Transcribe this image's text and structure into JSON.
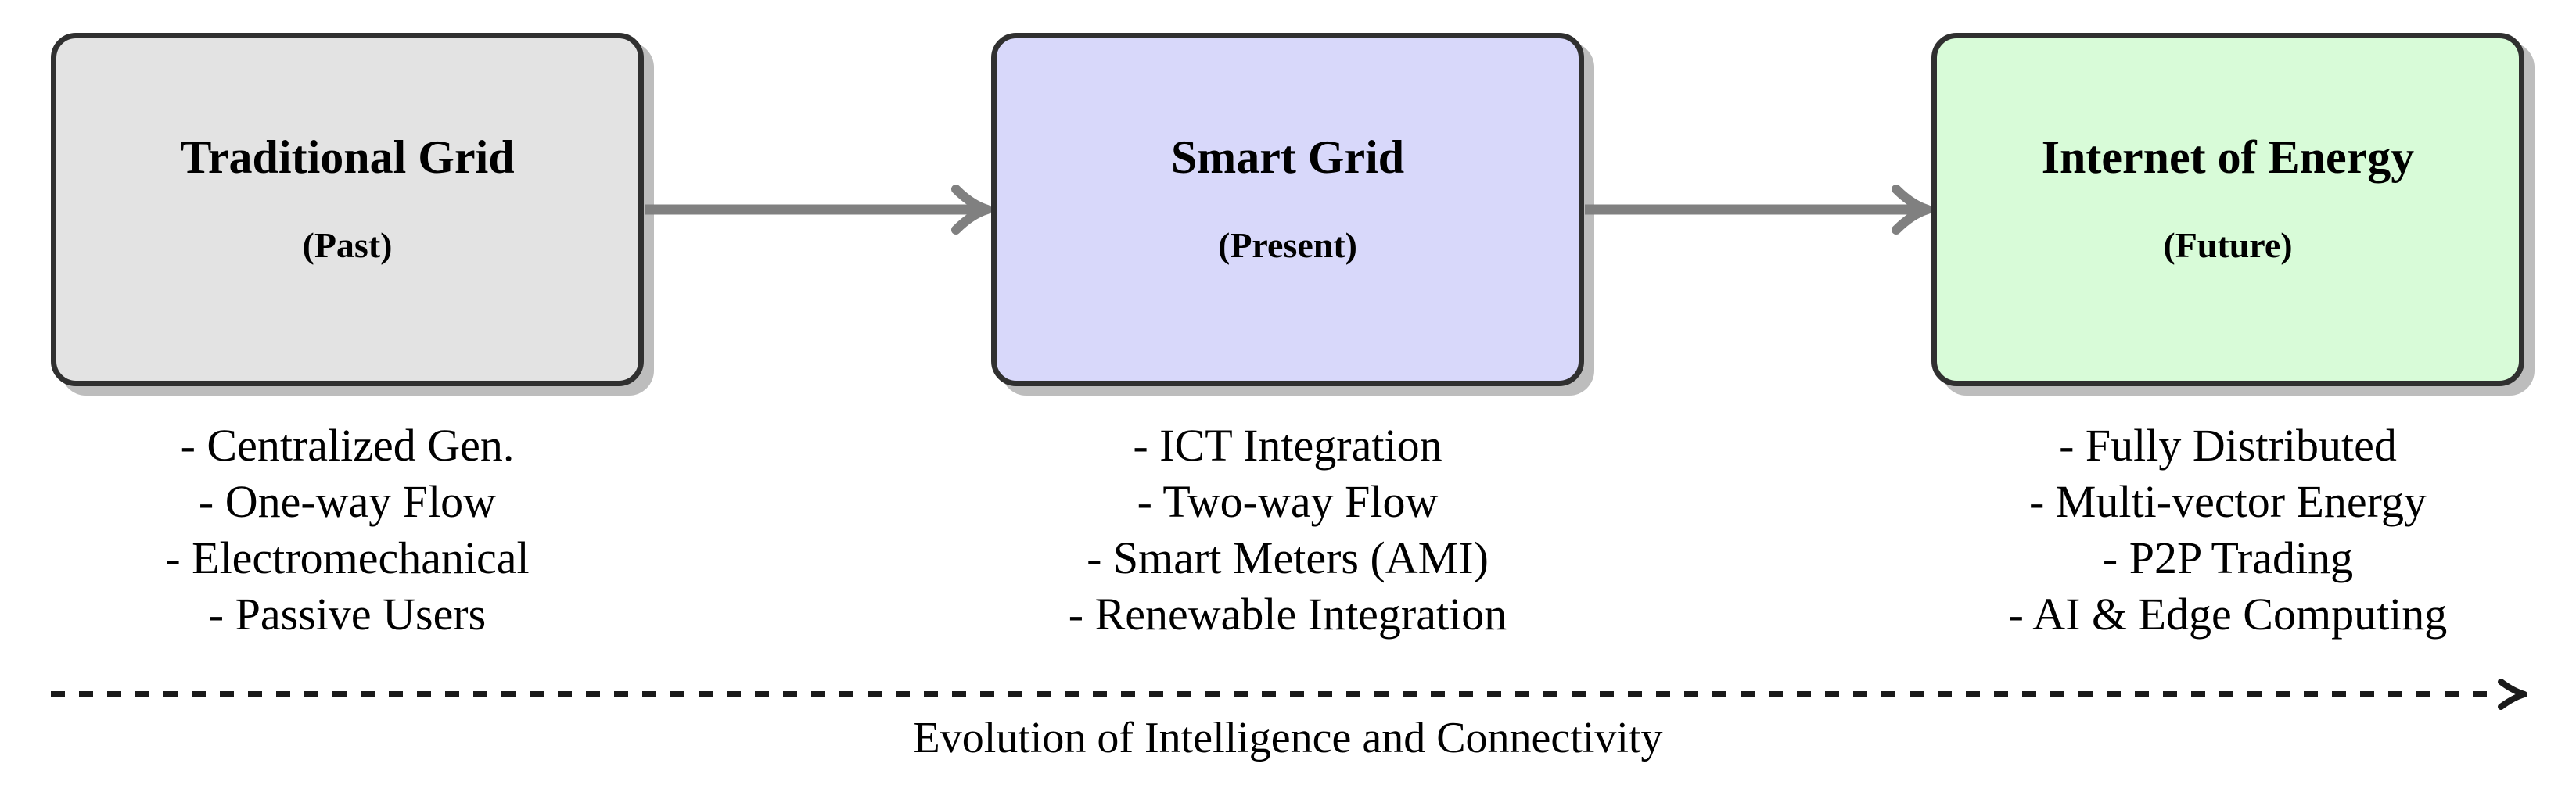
{
  "diagram": {
    "stages": [
      {
        "title": "Traditional Grid",
        "subtitle": "(Past)",
        "fill": "#e3e3e3",
        "features": [
          "- Centralized Gen.",
          "- One-way Flow",
          "- Electromechanical",
          "- Passive Users"
        ]
      },
      {
        "title": "Smart Grid",
        "subtitle": "(Present)",
        "fill": "#d8d8fa",
        "features": [
          "- ICT Integration",
          "- Two-way Flow",
          "- Smart Meters (AMI)",
          "- Renewable Integration"
        ]
      },
      {
        "title": "Internet of Energy",
        "subtitle": "(Future)",
        "fill": "#d8fbd8",
        "features": [
          "- Fully Distributed",
          "- Multi-vector Energy",
          "- P2P Trading",
          "- AI & Edge Computing"
        ]
      }
    ],
    "timeline": {
      "caption": "Evolution of Intelligence and Connectivity"
    },
    "colors": {
      "flow_arrow": "#808080",
      "box_border": "#303030",
      "timeline_line": "#1a1a1a",
      "shadow": "#bdbdbd",
      "text": "#000000"
    }
  }
}
